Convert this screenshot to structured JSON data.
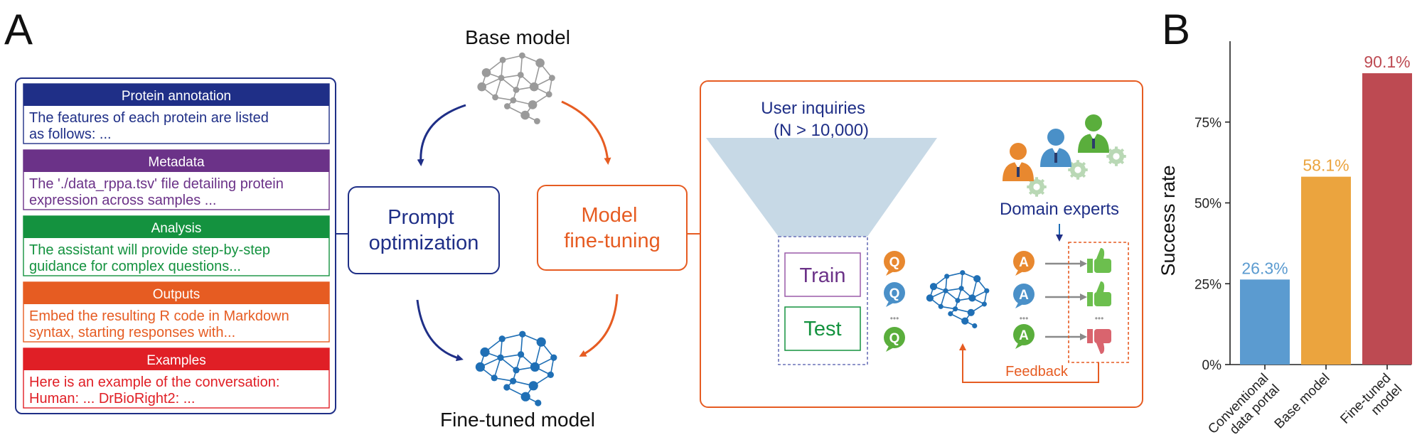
{
  "panel_a": {
    "letter": "A",
    "base_model_label": "Base model",
    "fine_tuned_label": "Fine-tuned model",
    "prompt_opt_lines": [
      "Prompt",
      "optimization"
    ],
    "model_ft_lines": [
      "Model",
      "fine-tuning"
    ],
    "sections": [
      {
        "header": "Protein annotation",
        "lines": [
          "The features of each protein are listed",
          "as follows: ..."
        ],
        "color": "#1f2f87"
      },
      {
        "header": "Metadata",
        "lines": [
          "The './data_rppa.tsv' file detailing protein",
          "expression across samples ..."
        ],
        "color": "#6b3288"
      },
      {
        "header": "Analysis",
        "lines": [
          "The assistant will provide step-by-step",
          "guidance for complex questions..."
        ],
        "color": "#14923f"
      },
      {
        "header": "Outputs",
        "lines": [
          "Embed the resulting R code in Markdown",
          "syntax, starting responses with..."
        ],
        "color": "#e65c22"
      },
      {
        "header": "Examples",
        "lines": [
          "Here is an example of the conversation:",
          "Human: ...   DrBioRight2: ..."
        ],
        "color": "#e01f26"
      }
    ],
    "user_inquiries_lines": [
      "User inquiries",
      "(N > 10,000)"
    ],
    "train_label": "Train",
    "test_label": "Test",
    "domain_experts_label": "Domain experts",
    "feedback_label": "Feedback",
    "q_badge": "Q",
    "a_badge": "A",
    "ellipsis": "•••",
    "colors": {
      "navy": "#1f2f87",
      "orange": "#e65c22",
      "funnel": "#c7d9e6",
      "brain_blue": "#1f6fb5",
      "brain_gray": "#9a9a9a",
      "thumb_up": "#6cbf4e",
      "thumb_down": "#d9646e"
    }
  },
  "chart_data": {
    "type": "bar",
    "letter": "B",
    "categories": [
      "Conventional data portal",
      "Base model",
      "Fine-tuned model"
    ],
    "category_label_lines": [
      [
        "Conventional",
        "data portal"
      ],
      [
        "Base model"
      ],
      [
        "Fine-tuned",
        "model"
      ]
    ],
    "values": [
      26.3,
      58.1,
      90.1
    ],
    "value_labels": [
      "26.3%",
      "58.1%",
      "90.1%"
    ],
    "colors": [
      "#5b9bd0",
      "#eba43e",
      "#bd4a52"
    ],
    "ylabel": "Success rate",
    "ylim": [
      0,
      100
    ],
    "yticks": [
      0,
      25,
      50,
      75
    ],
    "ytick_labels": [
      "0%",
      "25%",
      "50%",
      "75%"
    ],
    "grid": false
  }
}
